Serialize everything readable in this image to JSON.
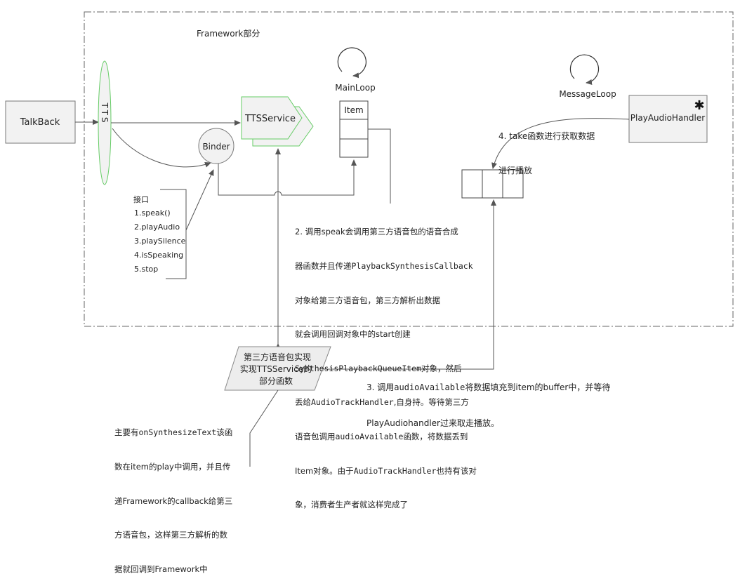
{
  "framework_label": "Framework部分",
  "nodes": {
    "talkback": "TalkBack",
    "tts": "TTS",
    "tts_service": "TTSService",
    "binder": "Binder",
    "main_loop": "MainLoop",
    "item": "Item",
    "message_loop": "MessageLoop",
    "play_audio_handler": "PlayAudioHandler",
    "third_party": [
      "第三方语音包实现",
      "实现TTSService的",
      "部分函数"
    ]
  },
  "interface": {
    "title": "接口",
    "items": [
      "1.speak()",
      "2.playAudio",
      "3.playSilence",
      "4.isSpeaking",
      "5.stop"
    ]
  },
  "notes": {
    "take": [
      "4. take函数进行获取数据",
      "进行播放"
    ],
    "speak": [
      [
        "2. 调用speak会调用第三方语音包的语音合成"
      ],
      [
        "器函数并且传递",
        "PlaybackSynthesisCallback"
      ],
      [
        "对象给第三方语音包，第三方解析出数据"
      ],
      [
        "就会调用回调对象中的start创建"
      ],
      [
        "SynthesisPlaybackQueueItem",
        "对象，然后"
      ],
      [
        "丢给",
        "AudioTrackHandler",
        ",自身持。等待第三方"
      ],
      [
        "语音包调用",
        "audioAvailable",
        "函数，将数据丢到"
      ],
      [
        "Item对象。由于",
        "AudioTrackHandler",
        "也持有该对"
      ],
      [
        "象，消费者生产者就这样完成了"
      ]
    ],
    "audio_available": [
      [
        "3. 调用",
        "audioAvailable",
        "将数据填充到item的buffer中，并等待"
      ],
      [
        "PlayAudiohandler过来取走播放。"
      ]
    ],
    "synthesize": [
      [
        "主要有",
        "onSynthesizeText",
        "该函"
      ],
      [
        "数在item的play中调用，并且传"
      ],
      [
        "递Framework的callback给第三"
      ],
      [
        "方语音包，这样第三方解析的数"
      ],
      [
        "据就回调到Framework中"
      ]
    ]
  },
  "colors": {
    "line": "#555555",
    "box_fill": "#f2f2f2",
    "tts_service_stroke": "#66cc66",
    "third_party_fill": "#ededed"
  }
}
